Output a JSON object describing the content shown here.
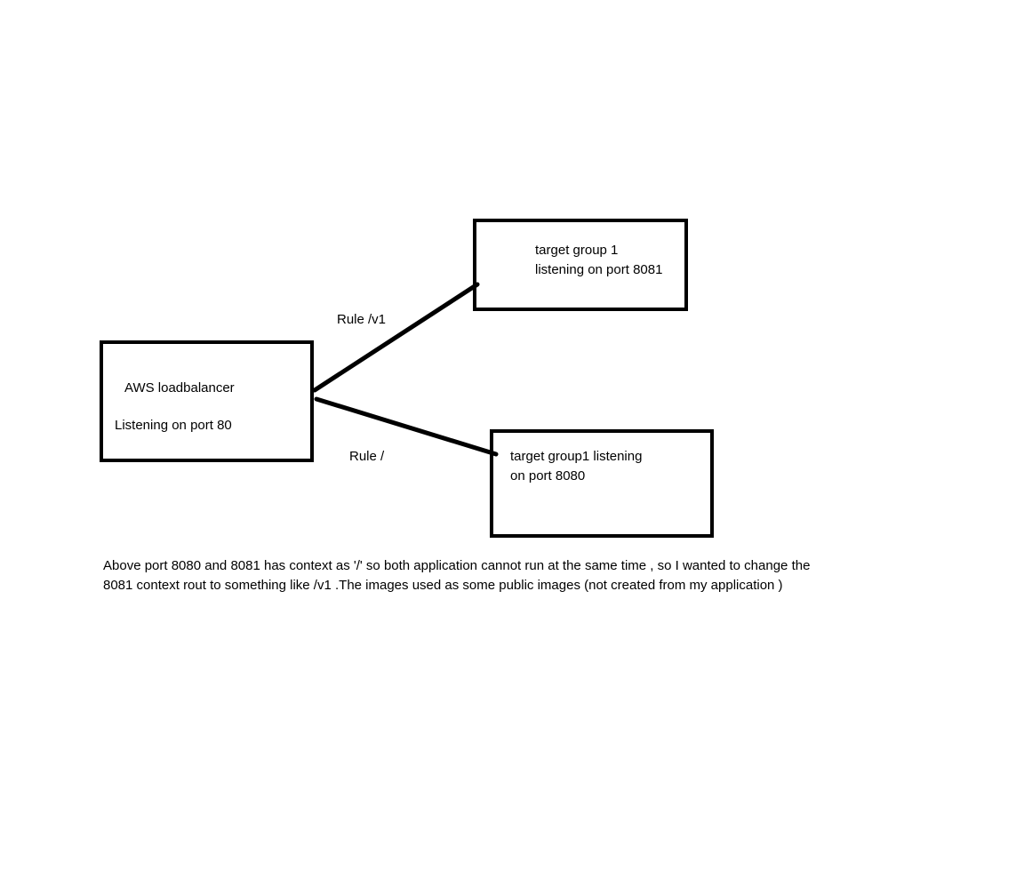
{
  "diagram": {
    "load_balancer": {
      "name": "AWS loadbalancer",
      "port_text": "Listening on port 80"
    },
    "target_group_top": {
      "line1": "target group 1",
      "line2": "listening on port 8081"
    },
    "target_group_bottom": {
      "line1": "target group1 listening",
      "line2": "on port 8080"
    },
    "rules": {
      "top": "Rule /v1",
      "bottom": "Rule /"
    },
    "note": {
      "line1": "Above port 8080 and 8081 has context as '/' so both application cannot run at the same time , so I wanted to change the",
      "line2": "8081 context rout to something like /v1 .The images used as some public images (not created from my application )"
    }
  }
}
